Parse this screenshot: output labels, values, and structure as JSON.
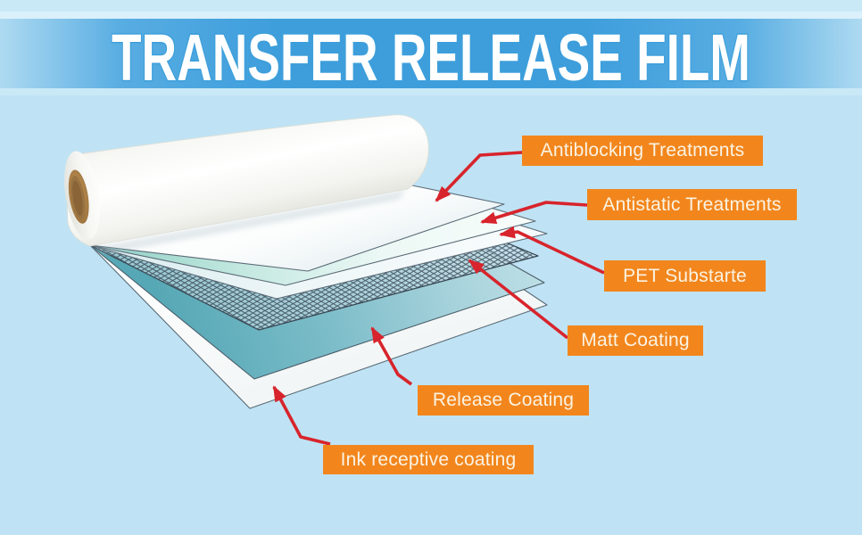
{
  "header": {
    "title": "TRANSFER RELEASE FILM"
  },
  "layers": [
    {
      "label": "Antiblocking Treatments"
    },
    {
      "label": "Antistatic Treatments"
    },
    {
      "label": "PET Substarte"
    },
    {
      "label": "Matt Coating"
    },
    {
      "label": "Release Coating"
    },
    {
      "label": "Ink receptive coating"
    }
  ],
  "colors": {
    "background": "#BFE3F4",
    "banner_center": "#3E9EDC",
    "banner_edge": "#AEDAF1",
    "title_fill": "#FFFFFF",
    "title_outline": "#3D9FDB",
    "label_background": "#F2861D",
    "label_text": "#FBF3E3",
    "arrow_red": "#D8242C",
    "sheet_outline": "#5B6B77",
    "cyan_sheet": "#8FD0C4",
    "teal_sheet": "#57A8B6",
    "mesh_line": "#2E3E4A",
    "roll_core_brown": "#B08449"
  }
}
